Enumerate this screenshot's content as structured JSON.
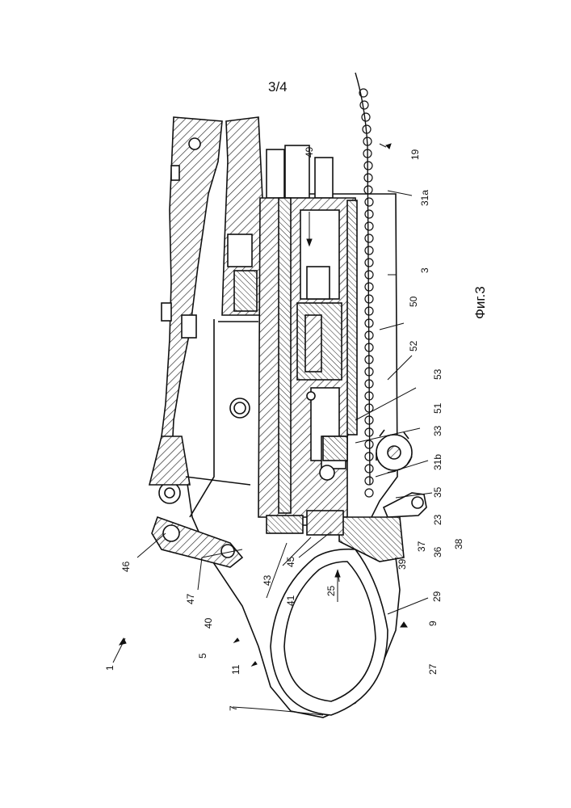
{
  "page_number": "3/4",
  "figure_label": "Фиг.3",
  "reference_numerals": {
    "n1": "1",
    "n3": "3",
    "n5": "5",
    "n7": "7",
    "n9": "9",
    "n11": "11",
    "n19": "19",
    "n23": "23",
    "n25": "25",
    "n27": "27",
    "n29": "29",
    "n31a": "31a",
    "n31b": "31b",
    "n33": "33",
    "n35": "35",
    "n36": "36",
    "n37": "37",
    "n38": "38",
    "n39": "39",
    "n40": "40",
    "n41": "41",
    "n43": "43",
    "n45": "45",
    "n46": "46",
    "n47": "47",
    "n49": "49",
    "n50": "50",
    "n51": "51",
    "n52": "52",
    "n53": "53"
  }
}
